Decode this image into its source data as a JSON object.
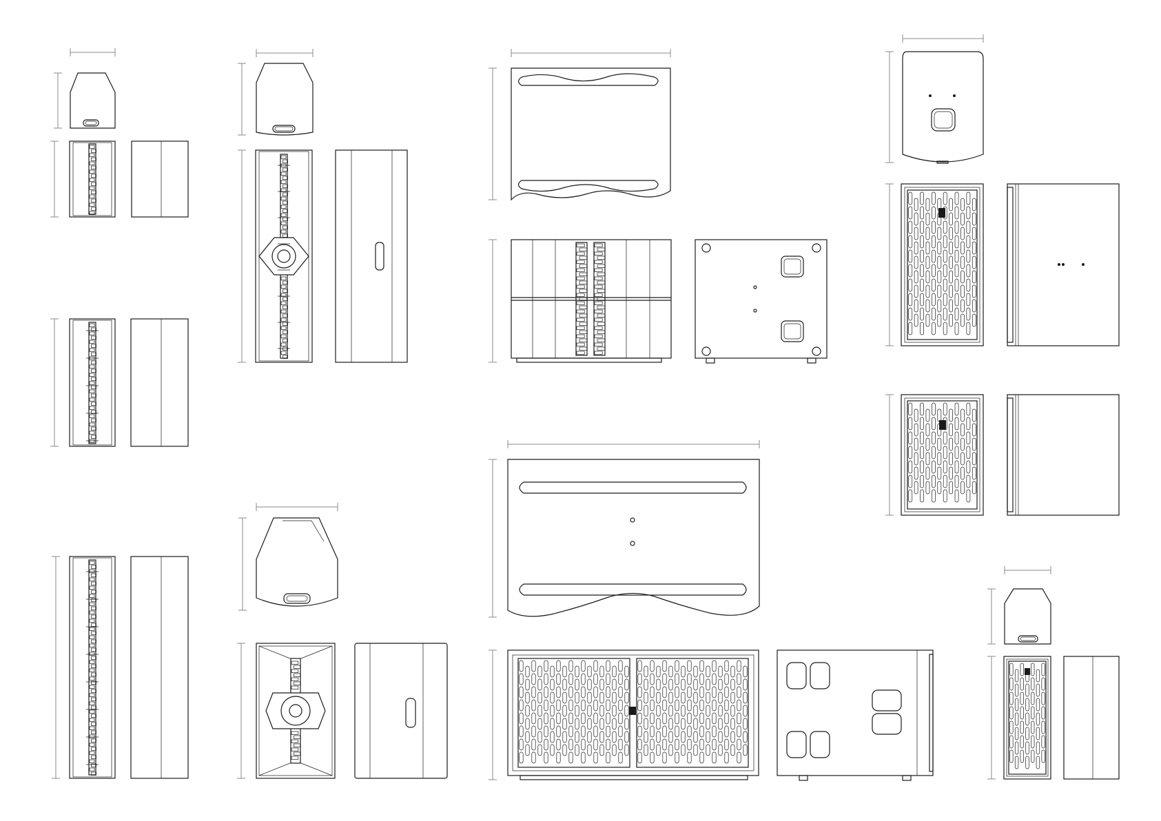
{
  "sheet": {
    "background": "#ffffff",
    "line_color": "#1a1a1a",
    "dimension_color": "#8a8a8a"
  },
  "drawings": [
    {
      "id": "column-small",
      "views": [
        "top",
        "front",
        "side"
      ]
    },
    {
      "id": "column-medium",
      "views": [
        "front",
        "side"
      ]
    },
    {
      "id": "column-tall",
      "views": [
        "front",
        "side"
      ]
    },
    {
      "id": "column-with-horn",
      "views": [
        "top",
        "front",
        "side"
      ]
    },
    {
      "id": "horn-cabinet",
      "views": [
        "top",
        "front",
        "side"
      ]
    },
    {
      "id": "subwoofer-single",
      "views": [
        "top",
        "front",
        "side"
      ]
    },
    {
      "id": "subwoofer-double",
      "views": [
        "top",
        "front",
        "side"
      ]
    },
    {
      "id": "sub-tall",
      "views": [
        "top",
        "front",
        "side"
      ]
    },
    {
      "id": "sub-compact",
      "views": [
        "front",
        "side"
      ]
    },
    {
      "id": "monitor-small",
      "views": [
        "top",
        "front",
        "side"
      ]
    }
  ]
}
